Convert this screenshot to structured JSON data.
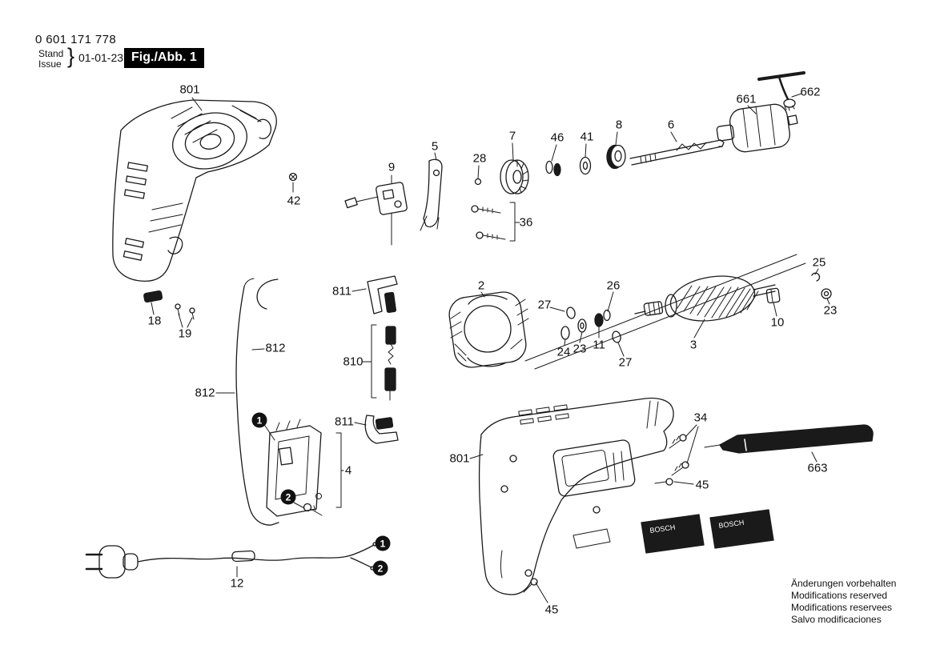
{
  "header": {
    "part_number": "0 601 171 778",
    "stand": "Stand",
    "issue": "Issue",
    "brace": "}",
    "date": "01-01-23",
    "figure": "Fig./Abb. 1"
  },
  "callouts": {
    "housing_top": "801",
    "screw_42": "42",
    "brush_plate_9": "9",
    "lever_5": "5",
    "screw_28": "28",
    "fan_7": "7",
    "washers_46": "46",
    "washer_41": "41",
    "bearing_8": "8",
    "spindle_6": "6",
    "chuck_661": "661",
    "chuck_key_662": "662",
    "screws_36": "36",
    "brush_clip_811_top": "811",
    "stator_2": "2",
    "washer_27_top": "27",
    "washer_26": "26",
    "clip_25": "25",
    "ring_23_right": "23",
    "nut_10": "10",
    "armature_3": "3",
    "washer_24": "24",
    "washer_23_mid": "23",
    "spacer_11": "11",
    "washer_27_bottom": "27",
    "brushes_810": "810",
    "cable_812_right": "812",
    "cable_812_left": "812",
    "part_18": "18",
    "screws_19": "19",
    "brush_clip_811_bottom": "811",
    "switch_4": "4",
    "cord_12": "12",
    "body_801_bottom": "801",
    "screws_34": "34",
    "screw_45_right": "45",
    "screw_45_bottom": "45",
    "depth_rod_663": "663"
  },
  "markers": {
    "one": "1",
    "two": "2"
  },
  "nameplate_text": "BOSCH",
  "footer": [
    "Änderungen vorbehalten",
    "Modifications reserved",
    "Modifications reservees",
    "Salvo modificaciones"
  ]
}
